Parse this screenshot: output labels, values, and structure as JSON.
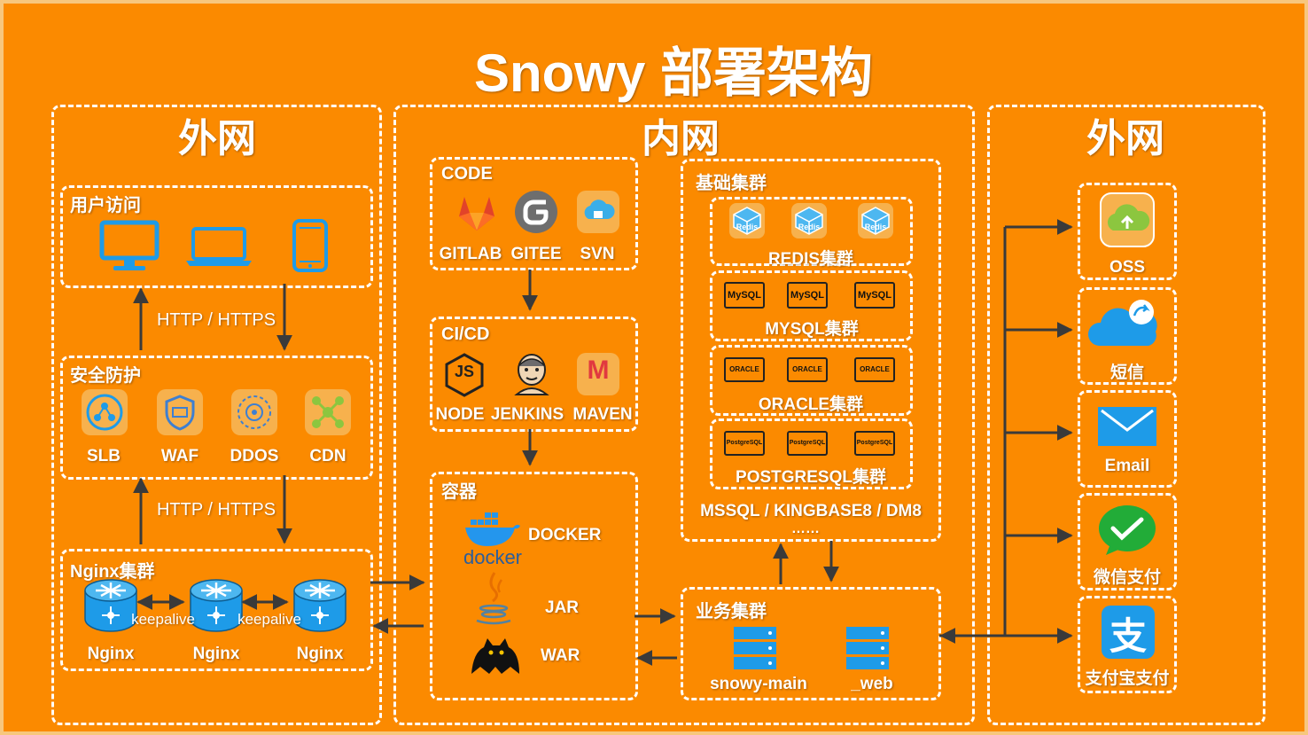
{
  "title": "Snowy 部署架构",
  "zones": {
    "left": "外网",
    "middle": "内网",
    "right": "外网"
  },
  "left": {
    "user_access": {
      "title": "用户访问"
    },
    "protocol_top": "HTTP / HTTPS",
    "security": {
      "title": "安全防护",
      "items": [
        "SLB",
        "WAF",
        "DDOS",
        "CDN"
      ]
    },
    "protocol_bottom": "HTTP / HTTPS",
    "nginx": {
      "title": "Nginx集群",
      "nodes": [
        "Nginx",
        "Nginx",
        "Nginx"
      ],
      "links": [
        "keepalive",
        "keepalive"
      ]
    }
  },
  "middle": {
    "code": {
      "title": "CODE",
      "items": [
        "GITLAB",
        "GITEE",
        "SVN"
      ]
    },
    "cicd": {
      "title": "CI/CD",
      "items": [
        "NODE",
        "JENKINS",
        "MAVEN"
      ],
      "node_logo": "JS",
      "maven_logo": "M"
    },
    "container": {
      "title": "容器",
      "items": [
        "DOCKER",
        "JAR",
        "WAR"
      ],
      "docker_logo": "docker"
    },
    "base_cluster": {
      "title": "基础集群",
      "groups": [
        {
          "label": "REDIS集群",
          "logo": "Redis"
        },
        {
          "label": "MYSQL集群",
          "logo": "MySQL"
        },
        {
          "label": "ORACLE集群",
          "logo": "ORACLE"
        },
        {
          "label": "POSTGRESQL集群",
          "logo": "PostgreSQL"
        }
      ],
      "others": "MSSQL / KINGBASE8 / DM8",
      "ellipsis": "……"
    },
    "business": {
      "title": "业务集群",
      "items": [
        "snowy-main",
        "_web"
      ]
    }
  },
  "right": {
    "items": [
      "OSS",
      "短信",
      "Email",
      "微信支付",
      "支付宝支付"
    ],
    "alipay_logo": "支"
  },
  "colors": {
    "background": "#fb8a00",
    "line": "#ffffff",
    "arrow": "#3a3a3a",
    "icon_blue": "#1e9be8"
  }
}
